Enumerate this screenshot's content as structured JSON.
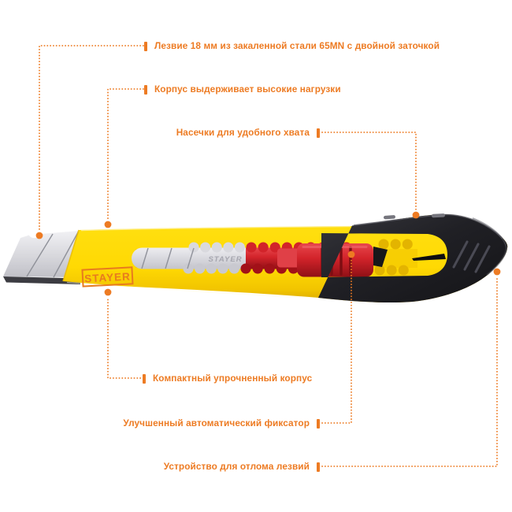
{
  "figure": {
    "kind": "annotated-product-diagram",
    "background": "#ffffff",
    "accent_color": "#ED7B23"
  },
  "callouts": {
    "items": [
      {
        "id": "blade",
        "text": "Лезвие 18 мм из закаленной стали 65MN с двойной заточкой",
        "side": "left"
      },
      {
        "id": "body-strength",
        "text": "Корпус выдерживает высокие нагрузки",
        "side": "left"
      },
      {
        "id": "grip-notches",
        "text": "Насечки для удобного хвата",
        "side": "right"
      },
      {
        "id": "compact-body",
        "text": "Компактный упрочненный корпус",
        "side": "left"
      },
      {
        "id": "auto-lock",
        "text": "Улучшенный автоматический фиксатор",
        "side": "right"
      },
      {
        "id": "snap-off",
        "text": "Устройство для отлома лезвий",
        "side": "right"
      }
    ]
  },
  "product": {
    "brand_logo": "STAYER",
    "metal_stamp": "STAYER",
    "colors": {
      "body_yellow": "#FFD903",
      "slider_red": "#D2232A",
      "cap_black": "#222227",
      "blade_metal": "#D9D9DE",
      "logo_orange": "#E87B1E"
    }
  }
}
